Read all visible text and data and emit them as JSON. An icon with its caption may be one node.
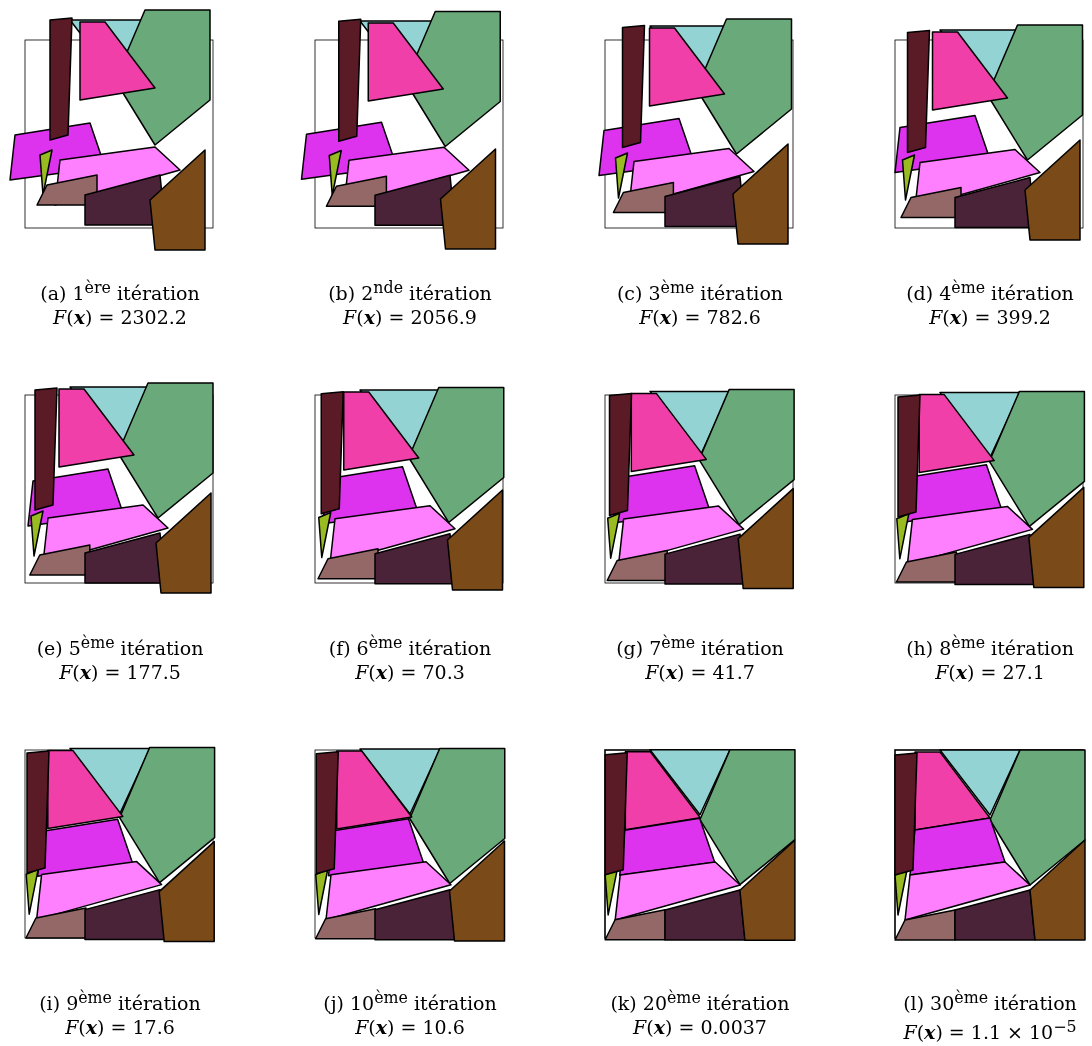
{
  "diagram": {
    "labels": [
      "(a) 1$^{ère}$ itération",
      "*F*(**x**) = 2302.2",
      "(b) 2$^{nde}$ itération",
      "*F*(**x**) = 2056.9",
      "(c) 3$^{ème}$ itération",
      "*F*(**x**) = 782.6",
      "(d) 4$^{ème}$ itération",
      "*F*(**x**) = 399.2",
      "(e) 5$^{ème}$ itération",
      "*F*(**x**) = 177.5",
      "(f) 6$^{ème}$ itération",
      "*F*(**x**) = 70.3",
      "(g) 7$^{ème}$ itération",
      "*F*(**x**) = 41.7",
      "(h) 8$^{ème}$ itération",
      "*F*(**x**) = 27.1",
      "(i) 9$^{ème}$ itération",
      "*F*(**x**) = 17.6",
      "(j) 10$^{ème}$ itération",
      "*F*(**x**) = 10.6",
      "(k) 20$^{ème}$ itération",
      "*F*(**x**) = 0.0037",
      "(l) 30$^{ème}$ itération",
      "*F*(**x**) = 1.1 × 10$^{−5}$"
    ]
  }
}
